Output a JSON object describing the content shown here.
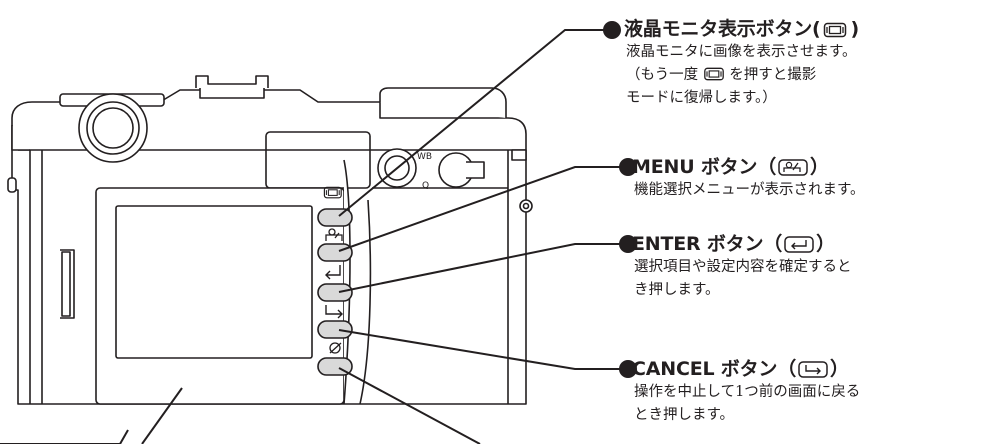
{
  "callouts": [
    {
      "title_main": "液晶モニタ表示ボタン(",
      "title_close": ")",
      "icon": "lcd-display-icon",
      "desc": [
        "液晶モニタに画像を表示させます。",
        "（もう一度",
        "を押すと撮影",
        "モードに復帰します。）"
      ]
    },
    {
      "title_main": "MENU ボタン（",
      "title_close": "）",
      "icon": "menu-icon",
      "desc": [
        "機能選択メニューが表示されます。"
      ]
    },
    {
      "title_main": "ENTER ボタン（",
      "title_close": "）",
      "icon": "enter-return-icon",
      "desc": [
        "選択項目や設定内容を確定すると",
        "き押します。"
      ]
    },
    {
      "title_main": "CANCEL ボタン（",
      "title_close": "）",
      "icon": "cancel-arrow-icon",
      "desc": [
        "操作を中止して1つ前の画面に戻る",
        "とき押します。"
      ]
    }
  ],
  "camera_labels": {
    "wb": "WB",
    "q": "Q"
  },
  "colors": {
    "line": "#231f20",
    "button_fill": "#d9d9d9",
    "body_fill": "#ffffff"
  }
}
